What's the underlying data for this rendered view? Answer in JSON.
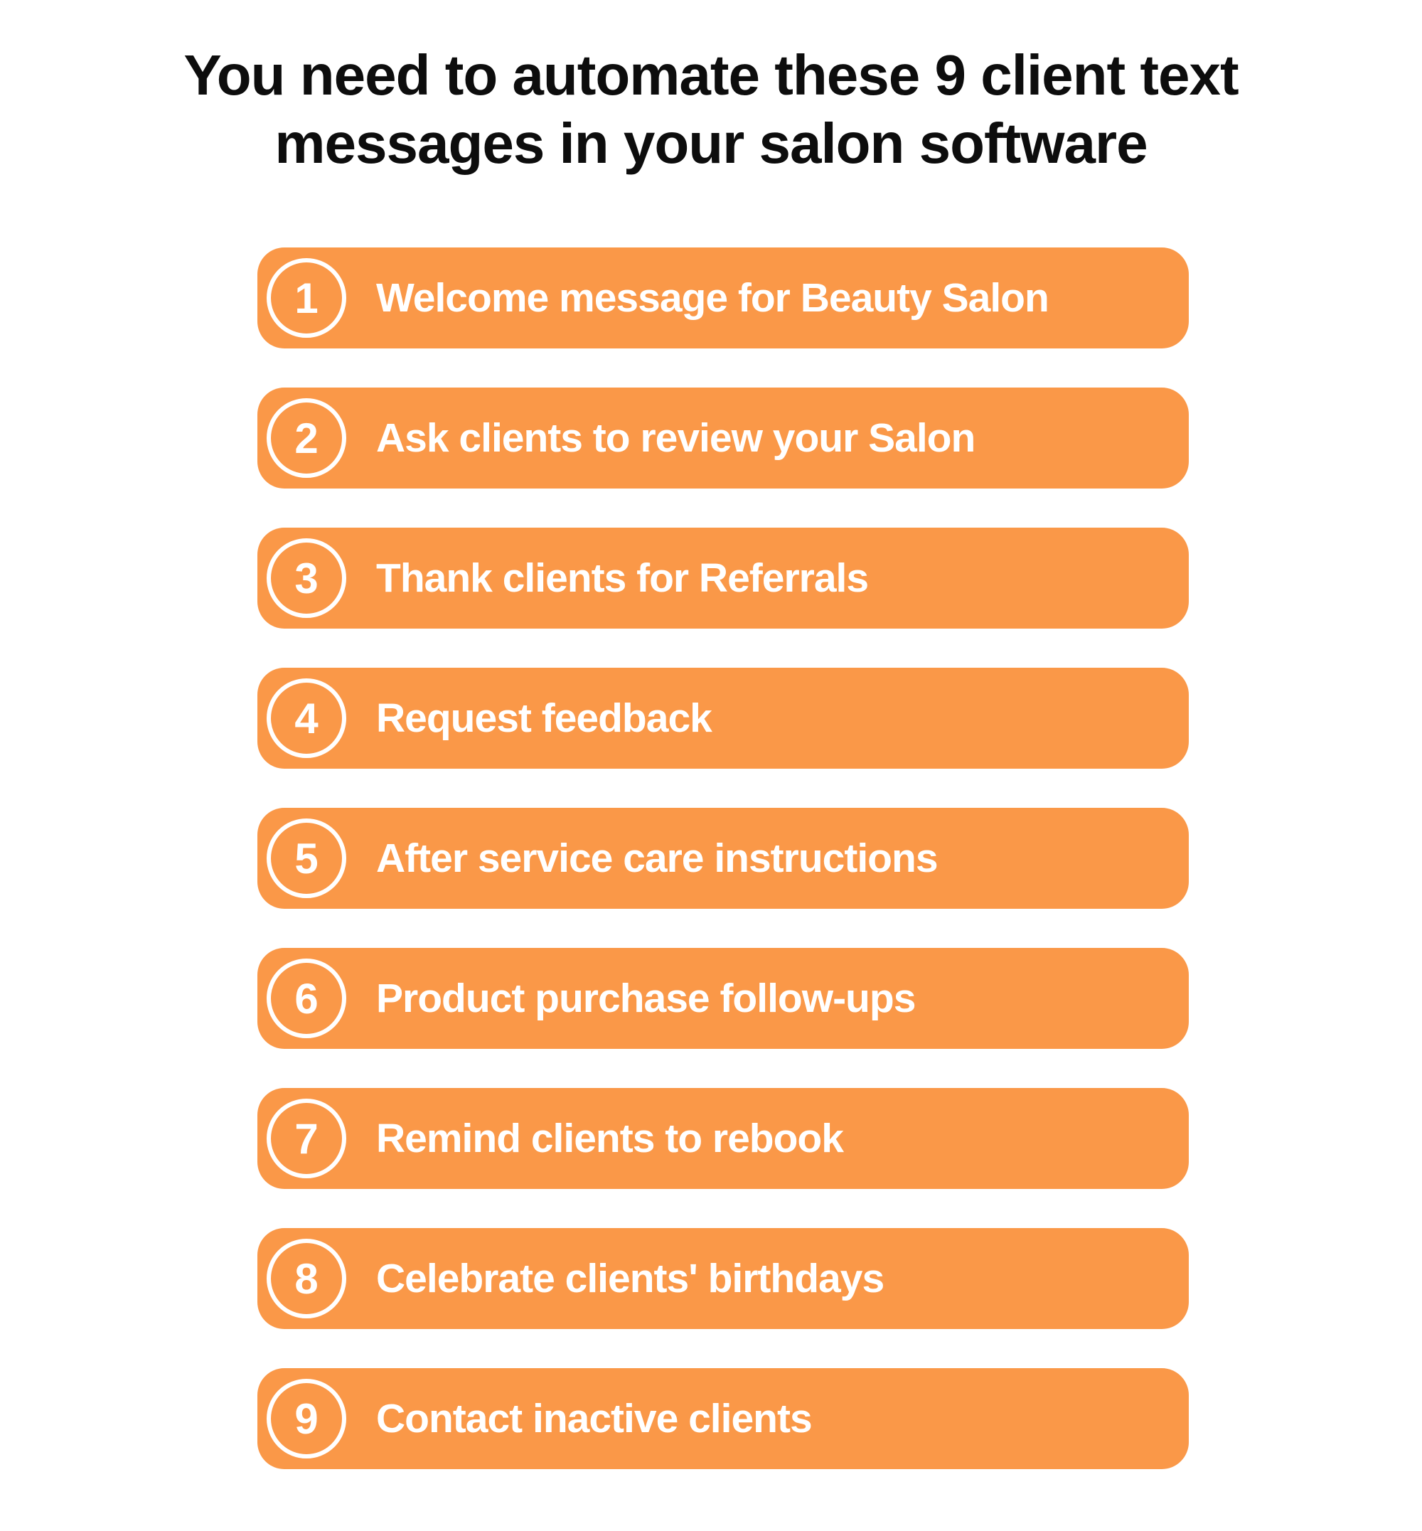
{
  "title": {
    "lines": [
      "You need to automate these 9 client text",
      "messages in your salon software"
    ]
  },
  "colors": {
    "page_background": "#FFFFFF",
    "title_text": "#0D0D0D",
    "bar_background": "#FA9848",
    "bar_text": "#FFFFFF"
  },
  "steps": [
    {
      "number": "1",
      "label": "Welcome message for Beauty Salon"
    },
    {
      "number": "2",
      "label": "Ask clients to review your Salon"
    },
    {
      "number": "3",
      "label": "Thank clients for Referrals"
    },
    {
      "number": "4",
      "label": "Request feedback"
    },
    {
      "number": "5",
      "label": "After service care instructions"
    },
    {
      "number": "6",
      "label": "Product purchase follow-ups"
    },
    {
      "number": "7",
      "label": "Remind clients to rebook"
    },
    {
      "number": "8",
      "label": "Celebrate clients' birthdays"
    },
    {
      "number": "9",
      "label": "Contact inactive clients"
    }
  ]
}
